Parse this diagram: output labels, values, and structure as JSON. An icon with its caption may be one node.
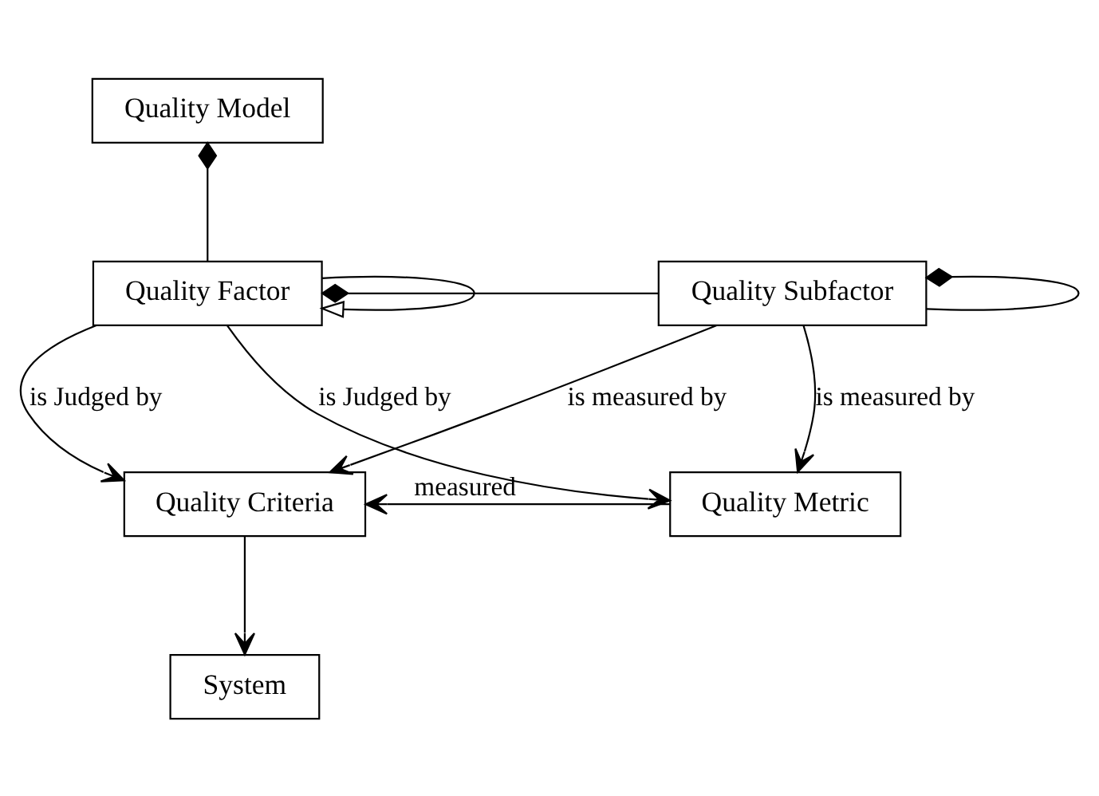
{
  "diagram": {
    "nodes": [
      {
        "text": [
          "Quality Model"
        ]
      },
      {
        "text": [
          "Quality Factor"
        ]
      },
      {
        "text": [
          "Quality Subfactor"
        ]
      },
      {
        "text": [
          "Quality Criteria"
        ]
      },
      {
        "text": [
          "Quality Metric"
        ]
      },
      {
        "text": [
          "System"
        ]
      }
    ],
    "edges": [
      {
        "from": 0,
        "to": 1,
        "arrow": "other"
      },
      {
        "from": 1,
        "to": 1,
        "arrow": "to"
      },
      {
        "from": 2,
        "to": 2,
        "arrow": "other"
      },
      {
        "from": 1,
        "to": 2,
        "arrow": "other"
      },
      {
        "from": 1,
        "to": 3,
        "arrow": "to",
        "label": "is Judged by"
      },
      {
        "from": 1,
        "to": 4,
        "arrow": "to",
        "label": "is Judged by"
      },
      {
        "from": 2,
        "to": 3,
        "arrow": "to",
        "label": "is measured by"
      },
      {
        "from": 2,
        "to": 4,
        "arrow": "to",
        "label": "is measured by"
      },
      {
        "from": 4,
        "to": 3,
        "arrow": "to",
        "label": "measured"
      },
      {
        "from": 3,
        "to": 5,
        "arrow": "to"
      }
    ]
  }
}
